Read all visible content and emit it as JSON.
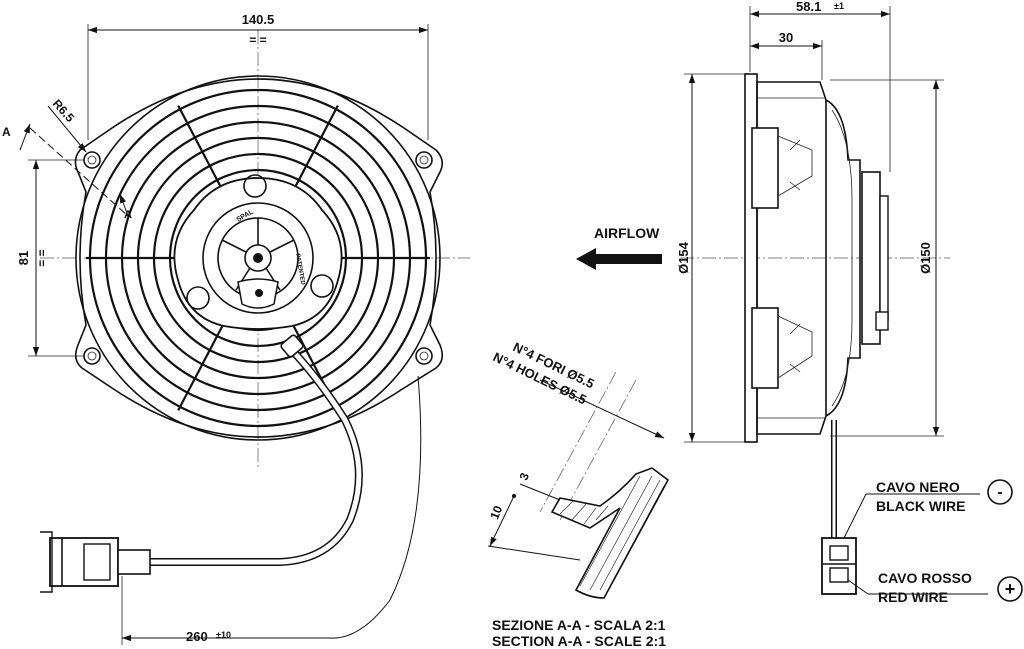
{
  "front_view": {
    "width_dim": "140.5",
    "symmetry_mark_top": "= =",
    "radius_dim": "R6.5",
    "section_mark": "A",
    "height_dim": "81",
    "symmetry_mark_left": "= =",
    "cable_length_dim": "260",
    "cable_length_tol": "±10",
    "hub_brand": "SPAL",
    "hub_patent": "PATENTED"
  },
  "side_view": {
    "depth_total_dim": "58.1",
    "depth_total_tol": "±1",
    "depth_body_dim": "30",
    "diameter_outer_dim": "Ø154",
    "diameter_inner_dim": "Ø150",
    "airflow_label": "AIRFLOW"
  },
  "section_view": {
    "holes_it": "N°4 FORI Ø5.5",
    "holes_en": "N°4 HOLES Ø5.5",
    "dim_small": "3",
    "dim_large": "10",
    "caption_it": "SEZIONE A-A - SCALA 2:1",
    "caption_en": "SECTION A-A - SCALE 2:1"
  },
  "wires": {
    "black_it": "CAVO NERO",
    "black_en": "BLACK WIRE",
    "black_symbol": "-",
    "red_it": "CAVO ROSSO",
    "red_en": "RED WIRE",
    "red_symbol": "+"
  }
}
